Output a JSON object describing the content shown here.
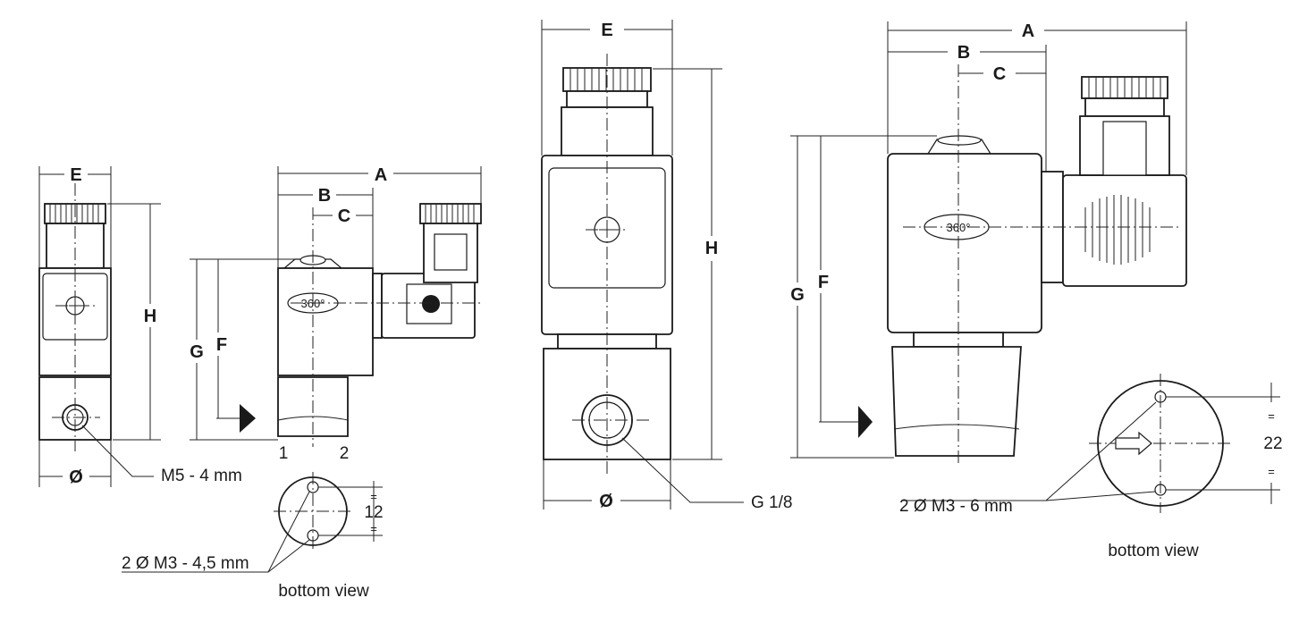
{
  "dimension_letters": {
    "A": "A",
    "B": "B",
    "C": "C",
    "E": "E",
    "F": "F",
    "G": "G",
    "H": "H",
    "diameter": "Ø"
  },
  "labels": {
    "port_small": "M5 - 4 mm",
    "port_large": "G 1/8",
    "holes_small": "2 Ø M3 - 4,5 mm",
    "holes_large": "2 Ø M3 - 6 mm",
    "bottom_view": "bottom view",
    "port_1": "1",
    "port_2": "2",
    "spacing_small": "12",
    "spacing_large": "22",
    "equal_mark": "=",
    "rotation": "360°"
  }
}
